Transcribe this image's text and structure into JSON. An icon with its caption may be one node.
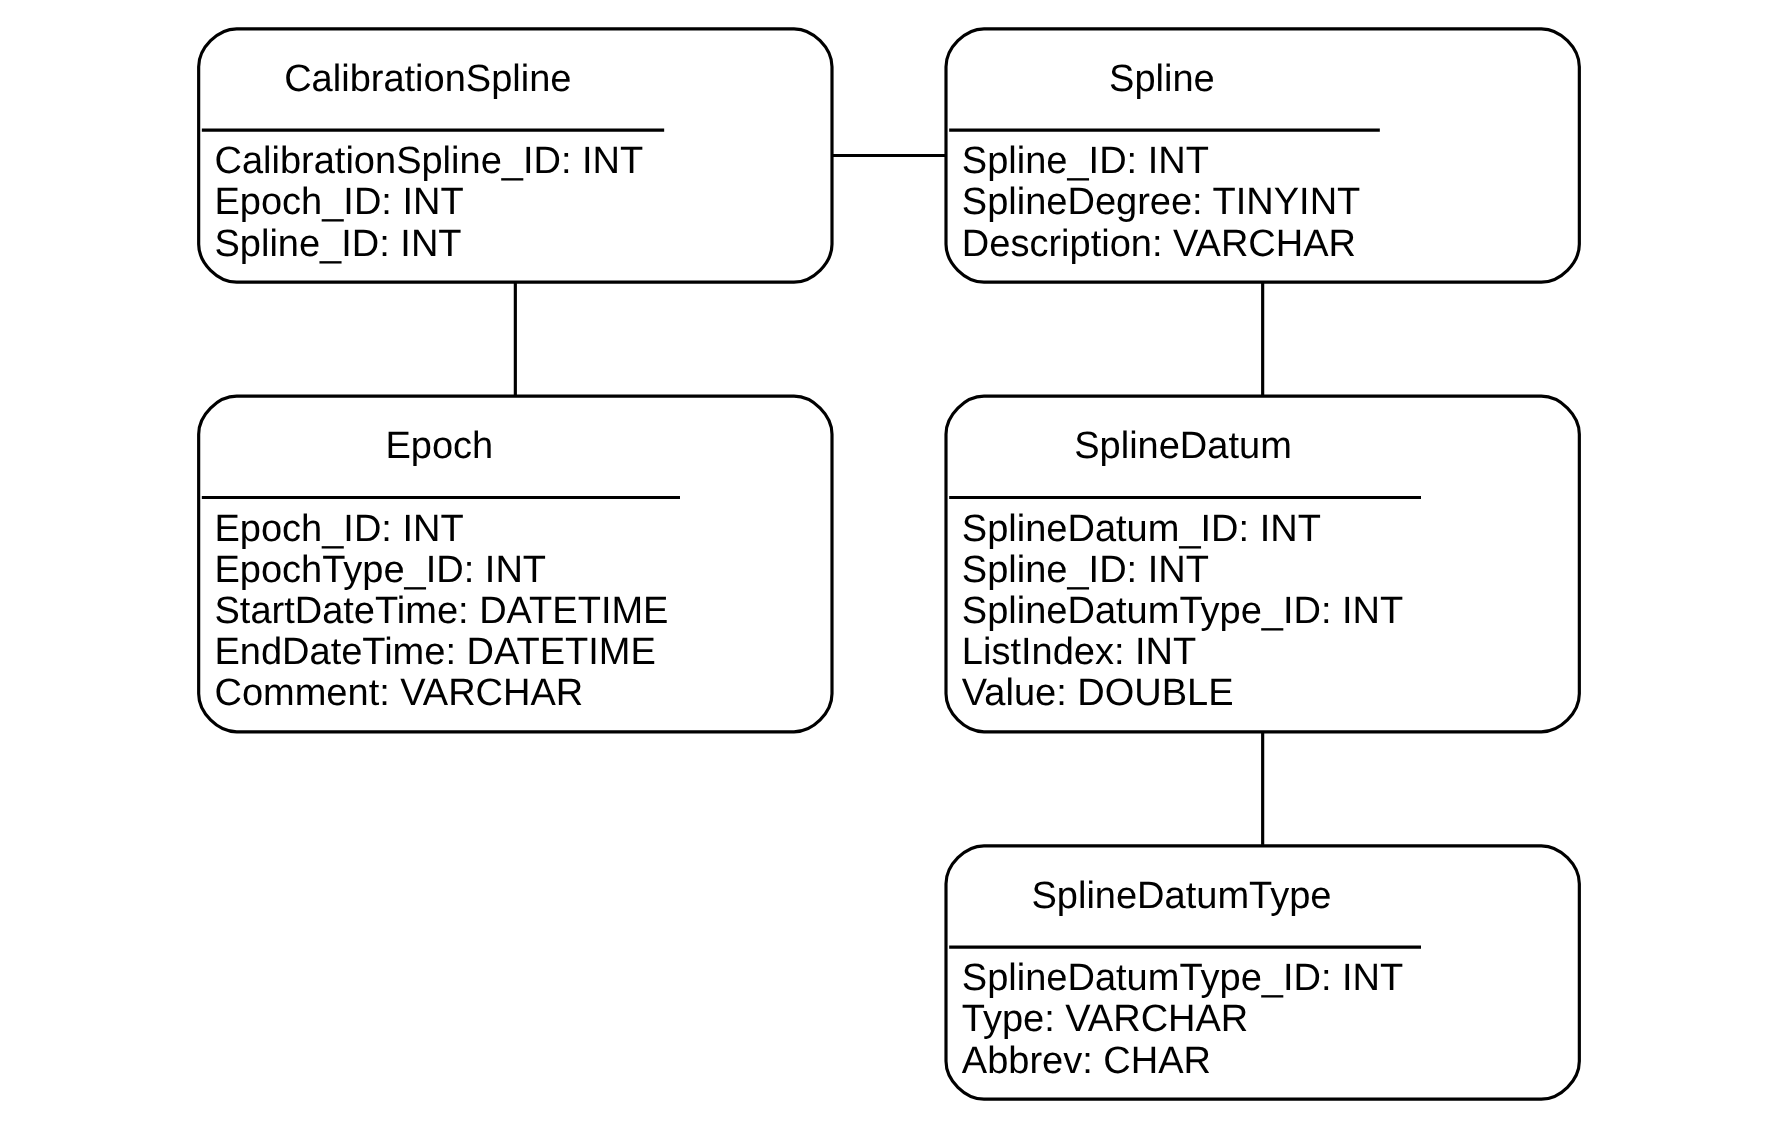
{
  "diagram": {
    "nodes": [
      {
        "text": [
          "CalibrationSpline",
          "CalibrationSpline_ID: INT",
          "Epoch_ID: INT",
          "Spline_ID: INT"
        ]
      },
      {
        "text": [
          "Spline",
          "Spline_ID: INT",
          "SplineDegree: TINYINT",
          "Description: VARCHAR"
        ]
      },
      {
        "text": [
          "Epoch",
          "Epoch_ID: INT",
          "EpochType_ID: INT",
          "StartDateTime: DATETIME",
          "EndDateTime: DATETIME",
          "Comment: VARCHAR"
        ]
      },
      {
        "text": [
          "SplineDatum",
          "SplineDatum_ID: INT",
          "Spline_ID: INT",
          "SplineDatumType_ID: INT",
          "ListIndex: INT",
          "Value: DOUBLE"
        ]
      },
      {
        "text": [
          "SplineDatumType",
          "SplineDatumType_ID: INT",
          "Type: VARCHAR",
          "Abbrev: CHAR"
        ]
      }
    ],
    "edges": [
      {
        "from": 0,
        "to": 1,
        "arrow": "none"
      },
      {
        "from": 0,
        "to": 2,
        "arrow": "none"
      },
      {
        "from": 1,
        "to": 3,
        "arrow": "none"
      },
      {
        "from": 3,
        "to": 4,
        "arrow": "none"
      }
    ]
  }
}
